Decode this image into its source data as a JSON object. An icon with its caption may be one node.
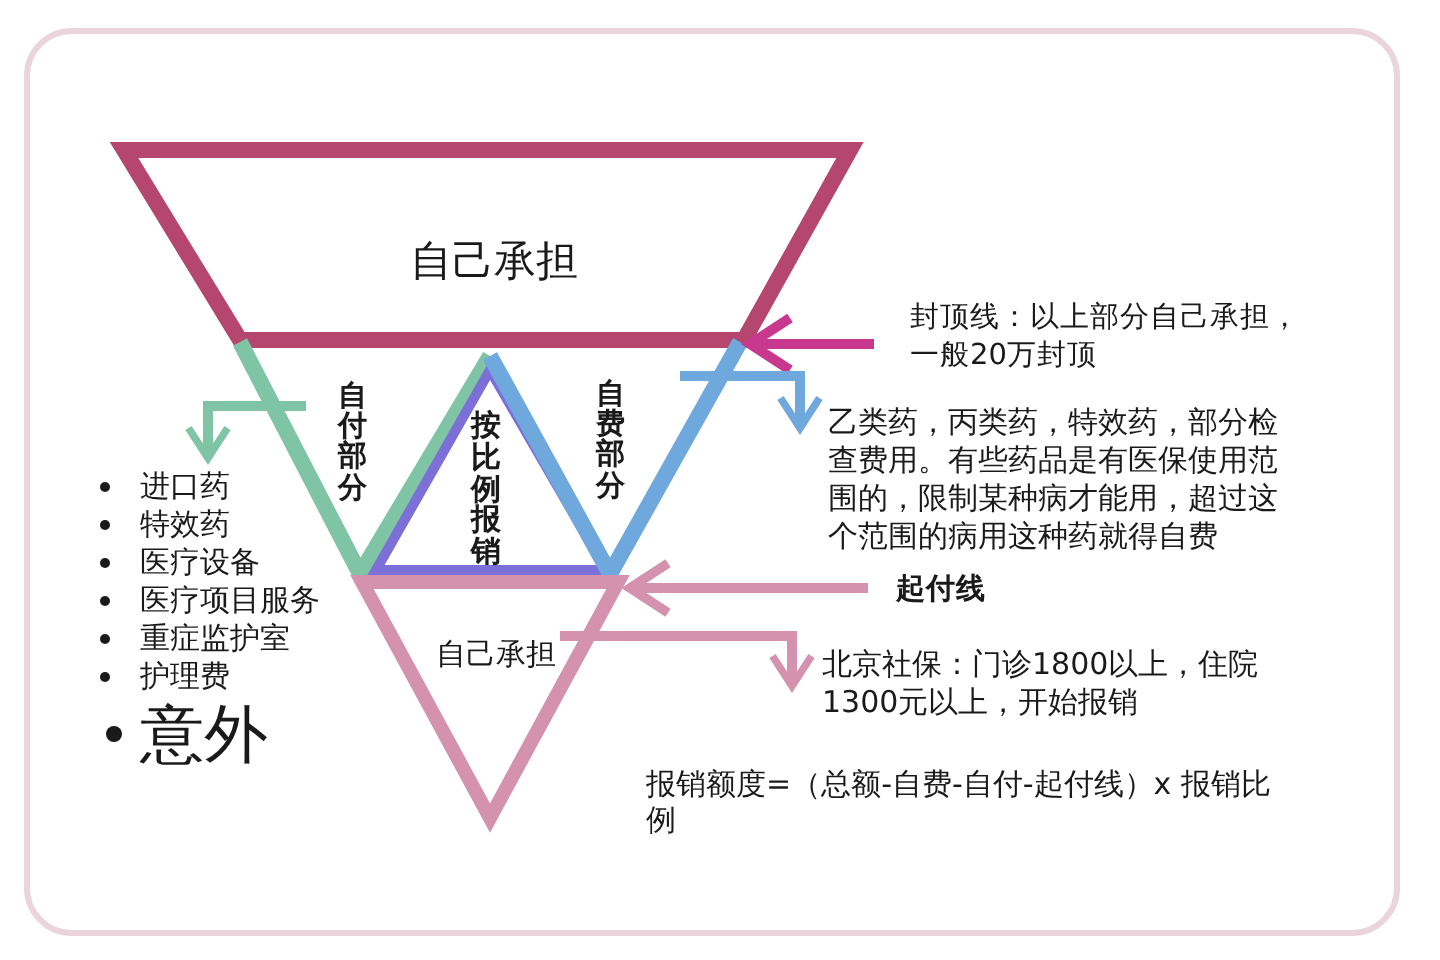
{
  "diagram": {
    "nodes": [
      {
        "text": [
          "自己承担"
        ]
      },
      {
        "text": [
          "自付部分"
        ]
      },
      {
        "text": [
          "按比例报销"
        ]
      },
      {
        "text": [
          "自费部分"
        ]
      },
      {
        "text": [
          "自己承担"
        ]
      },
      {
        "text": [
          "封顶线：以上部分自己承担，一般20万封顶"
        ]
      },
      {
        "text": [
          "乙类药，丙类药，特效药，部分检查费用。有些药品是有医保使用范围的，限制某种病才能用，超过这个范围的病用这种药就得自费"
        ]
      },
      {
        "text": [
          "进口药",
          "特效药",
          "医疗设备",
          "医疗项目服务",
          "重症监护室",
          "护理费",
          "意外"
        ]
      },
      {
        "text": [
          "起付线"
        ]
      },
      {
        "text": [
          "北京社保：门诊1800以上，住院1300元以上，开始报销"
        ]
      }
    ],
    "edges": [
      {
        "from": 5,
        "to": 0,
        "arrow": "to",
        "color": "#c8388f"
      },
      {
        "from": 3,
        "to": 6,
        "arrow": "to",
        "color": "#6fa8dc"
      },
      {
        "from": 1,
        "to": 7,
        "arrow": "to",
        "color": "#80c4a6"
      },
      {
        "from": 8,
        "to": 4,
        "arrow": "to"
      },
      {
        "from": 4,
        "to": 9,
        "arrow": "to"
      }
    ],
    "labels": [
      "报销额度=（总额-自费-自付-起付线）x 报销比例"
    ]
  }
}
